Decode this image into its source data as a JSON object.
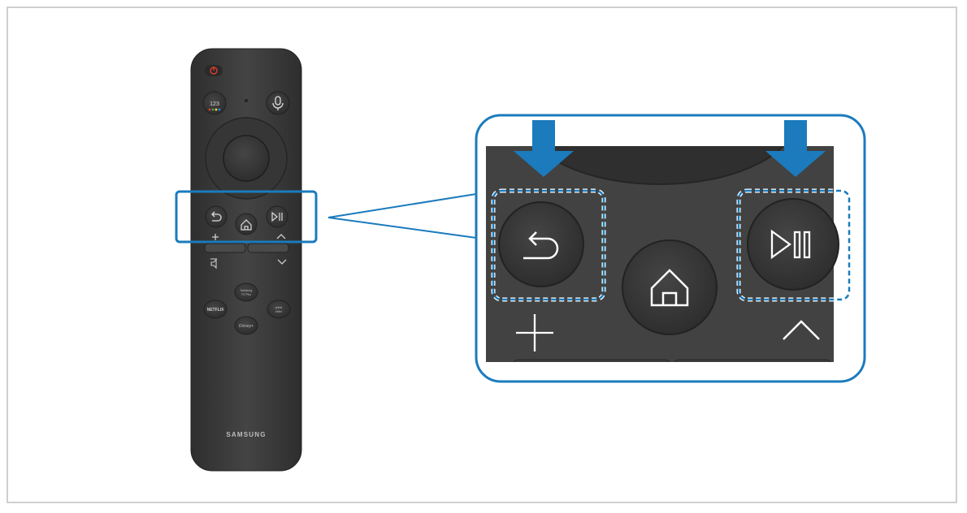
{
  "remote": {
    "brand": "SAMSUNG",
    "numeric_label": "123",
    "app_buttons": [
      "NETFLIX",
      "Samsung TV Plus",
      "Disney+",
      "prime video"
    ],
    "icons": [
      "power-icon",
      "color-numbers-icon",
      "mic-icon",
      "back-icon",
      "home-icon",
      "play-pause-icon",
      "volume-up-icon",
      "channel-up-icon",
      "mute-icon",
      "channel-down-icon"
    ]
  },
  "zoom": {
    "highlighted_buttons": [
      "back-button",
      "play-pause-button"
    ],
    "icons": [
      "back-icon",
      "home-icon",
      "play-pause-icon",
      "plus-icon",
      "channel-up-icon"
    ]
  },
  "colors": {
    "accent": "#1b7bbd",
    "remote_body": "#3b3b3b",
    "button": "#333333",
    "frame_border": "#cfcfcf",
    "power_red": "#d83b2f"
  }
}
